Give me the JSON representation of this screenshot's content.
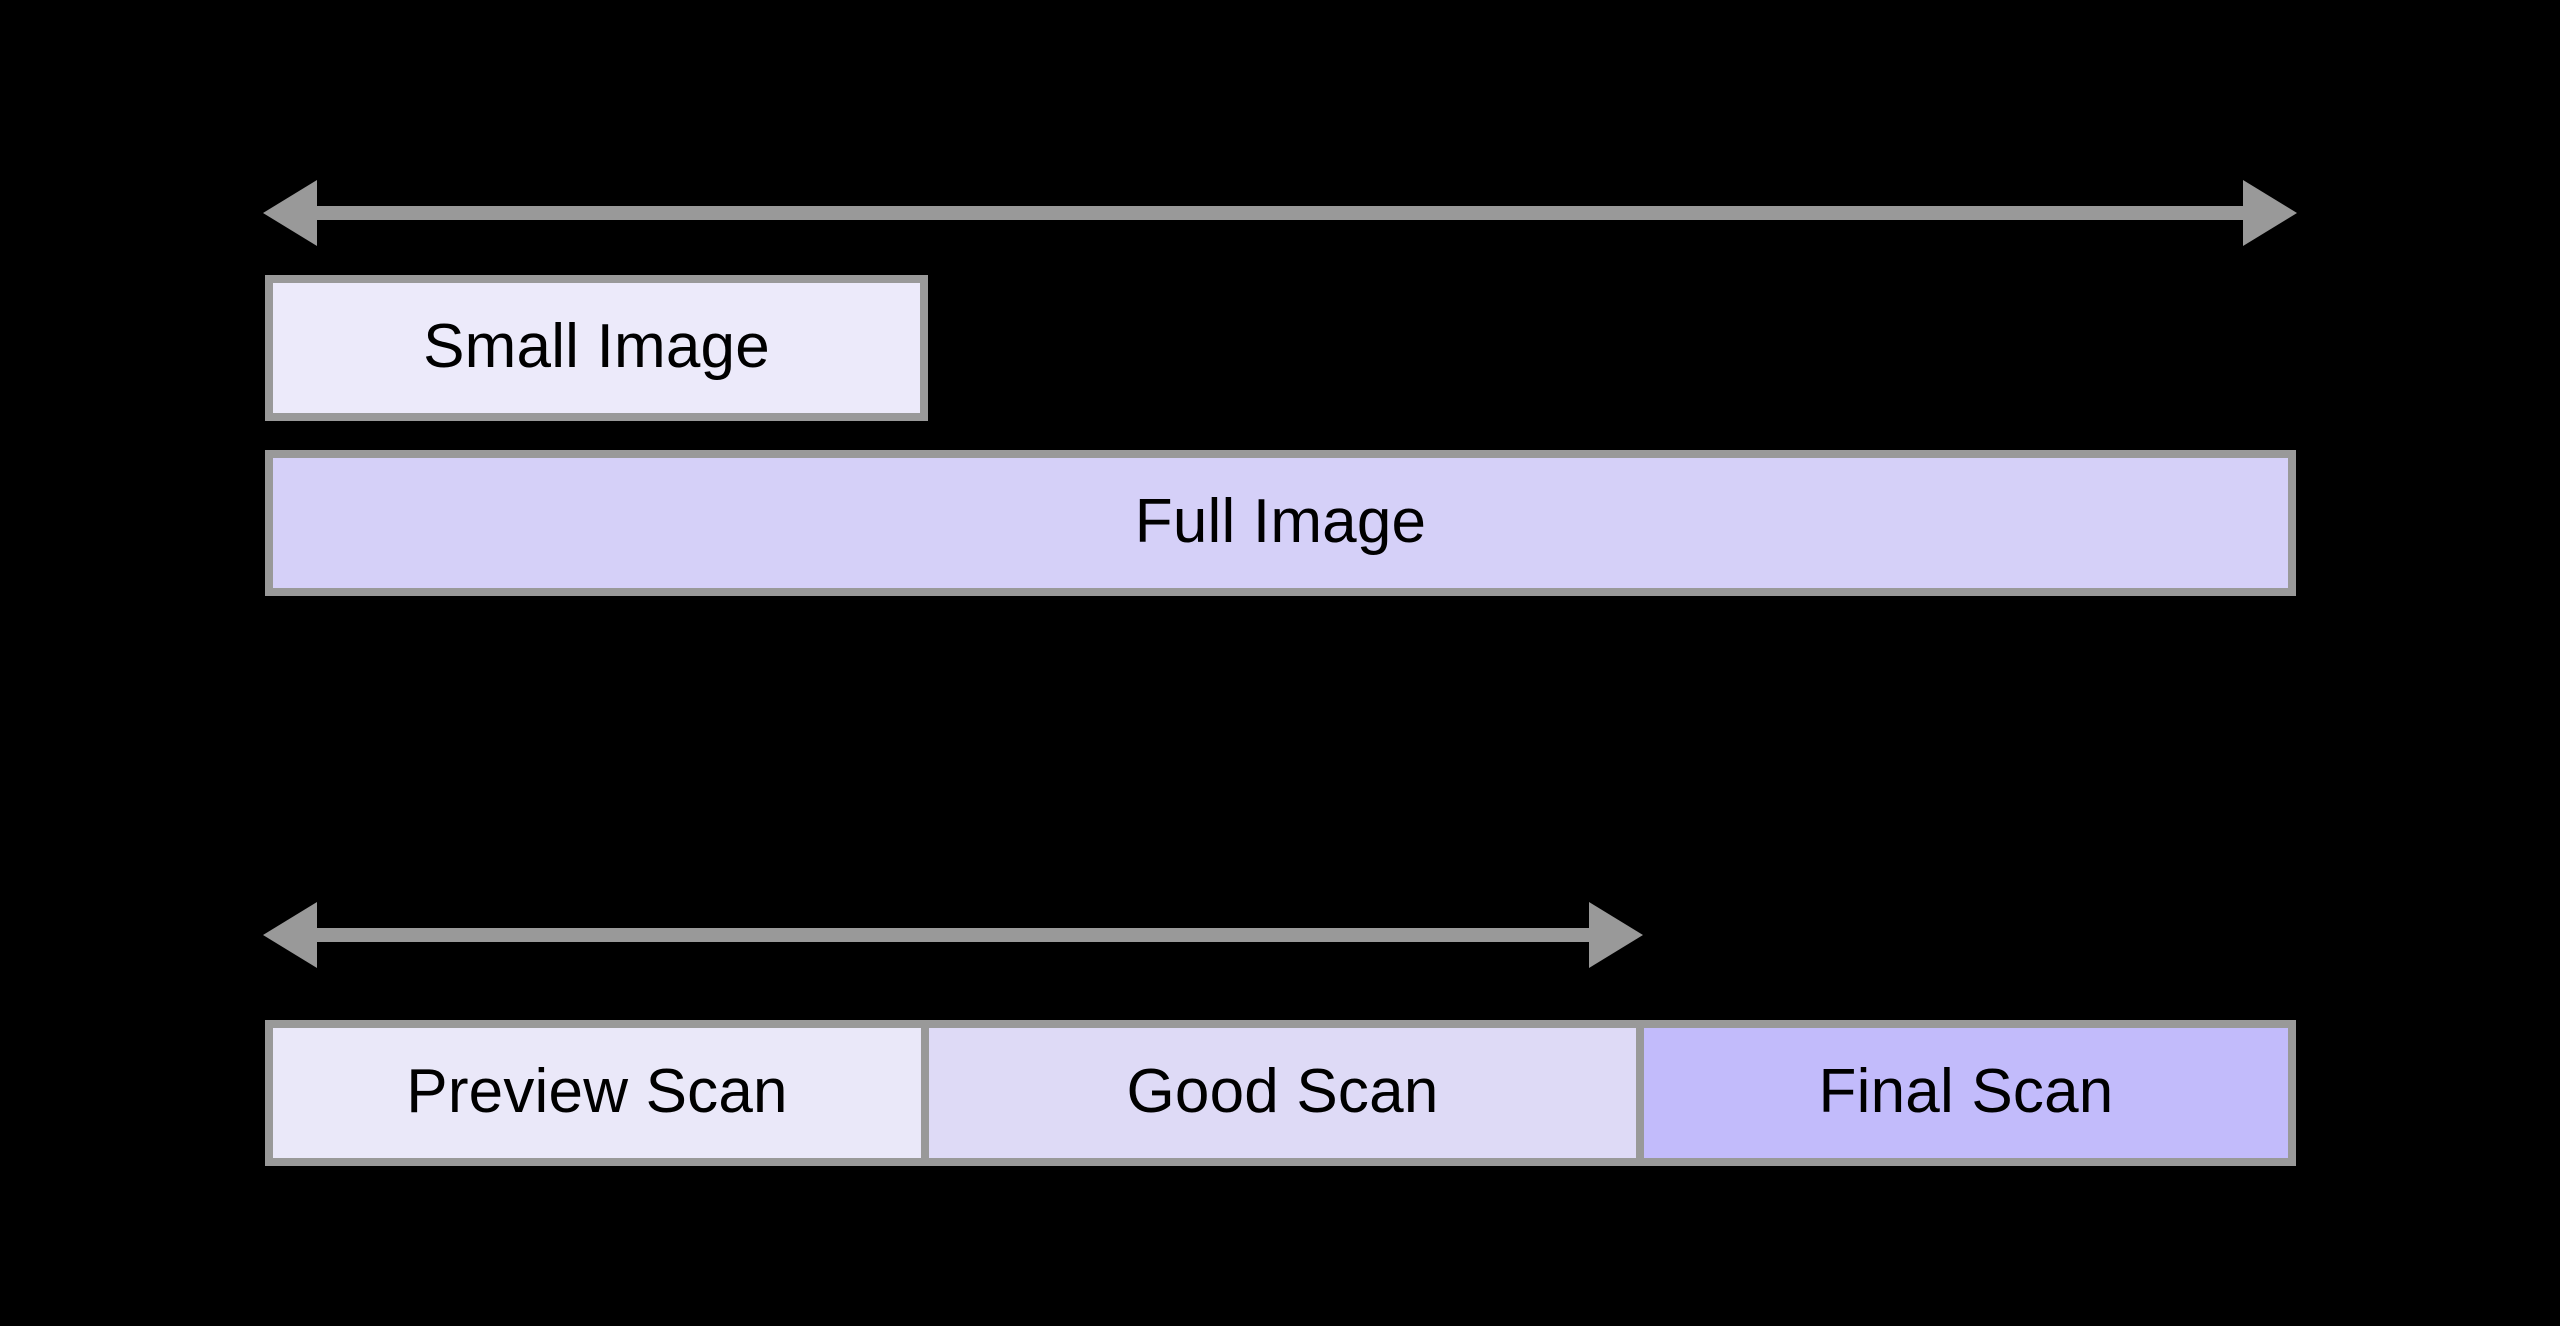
{
  "diagram": {
    "type": "resolution-comparison-diagram",
    "background_color": "#000000",
    "stroke_color": "#999999",
    "text_color": "#000000",
    "groups": [
      {
        "name": "image-size-group",
        "arrow": {
          "name": "image-size-range-arrow",
          "style": "double-headed",
          "color": "#999999"
        },
        "bars": [
          {
            "label": "Small Image",
            "fill": "#ECEAFA",
            "span_fraction": 0.326
          },
          {
            "label": "Full Image",
            "fill": "#D5D0F8",
            "span_fraction": 1.0
          }
        ]
      },
      {
        "name": "scan-quality-group",
        "arrow": {
          "name": "scan-quality-range-arrow",
          "style": "double-headed",
          "color": "#999999"
        },
        "segments": [
          {
            "label": "Preview Scan",
            "fill": "#EAE8F9",
            "span_fraction": 0.325
          },
          {
            "label": "Good Scan",
            "fill": "#DEDAF6",
            "span_fraction": 0.352
          },
          {
            "label": "Final Scan",
            "fill": "#C2BBFB",
            "span_fraction": 0.323
          }
        ]
      }
    ]
  },
  "labels": {
    "small_image": "Small Image",
    "full_image": "Full Image",
    "preview_scan": "Preview Scan",
    "good_scan": "Good Scan",
    "final_scan": "Final Scan"
  }
}
